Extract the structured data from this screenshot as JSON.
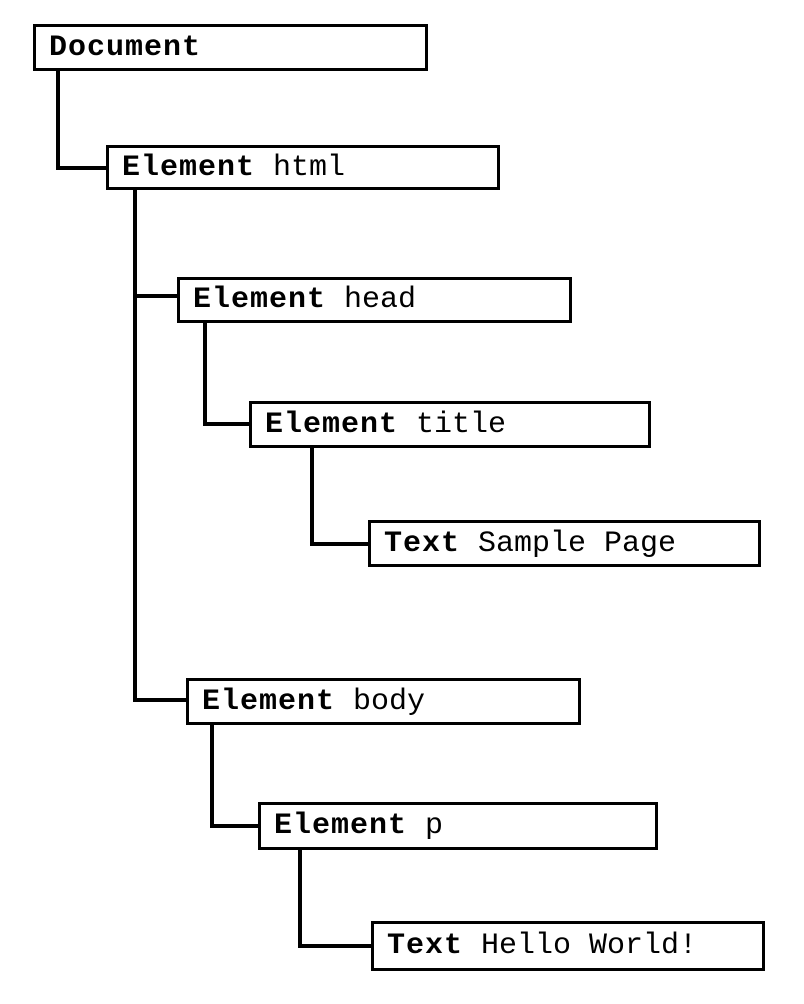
{
  "diagram": {
    "description": "DOM tree of a sample HTML page",
    "background_color": "#ffffff",
    "box_border_color": "#000000",
    "line_color": "#000000",
    "text_color": "#000000",
    "nodes": [
      {
        "kind": "Document",
        "value": ""
      },
      {
        "kind": "Element",
        "value": "html"
      },
      {
        "kind": "Element",
        "value": "head"
      },
      {
        "kind": "Element",
        "value": "title"
      },
      {
        "kind": "Text",
        "value": "Sample Page"
      },
      {
        "kind": "Element",
        "value": "body"
      },
      {
        "kind": "Element",
        "value": "p"
      },
      {
        "kind": "Text",
        "value": "Hello World!"
      }
    ]
  }
}
